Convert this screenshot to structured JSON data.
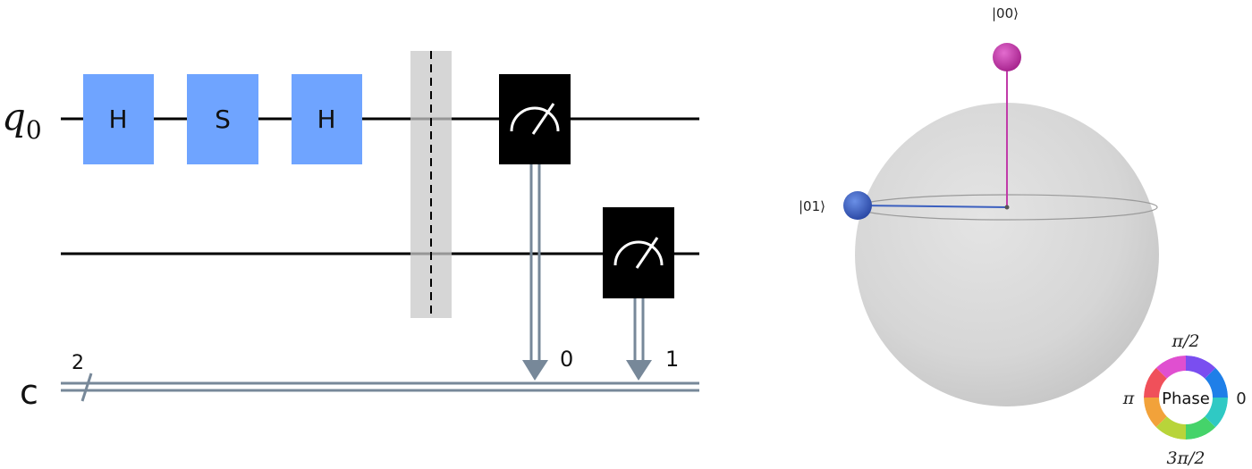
{
  "circuit": {
    "qubit_label_main": "q",
    "qubit_label_sub": "0",
    "classical_label": "c",
    "classical_width": "2",
    "gates": [
      "H",
      "S",
      "H"
    ],
    "measure_targets": [
      "0",
      "1"
    ]
  },
  "qsphere": {
    "states": [
      {
        "label": "|00⟩",
        "color": "#c13ba9"
      },
      {
        "label": "|01⟩",
        "color": "#3b5fbf"
      }
    ],
    "phase_wheel": {
      "center_label": "Phase",
      "top": "π/2",
      "left": "π",
      "right": "0",
      "bottom": "3π/2"
    }
  },
  "colors": {
    "gate": "#6fa4ff",
    "measure": "#000000",
    "wire": "#000000",
    "classical": "#778899",
    "barrier": "#c8c8c8",
    "sphere": "#d9d9d9"
  }
}
